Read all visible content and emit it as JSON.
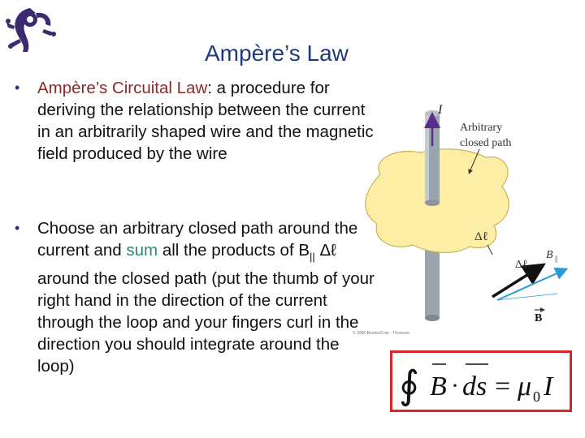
{
  "slide": {
    "title": "Ampère’s Law",
    "bullet1": {
      "term": "Ampère’s Circuital Law",
      "rest": ": a procedure for deriving the relationship between the current in an arbitrarily shaped wire and the magnetic field produced by the wire"
    },
    "bullet2": {
      "part1": "Choose an arbitrary closed path around the current and ",
      "sum_word": "sum",
      "part2": " all the products of B",
      "sub": "||",
      "part3": " Δℓ  around the closed path (put the thumb of your right hand in the direction of the current through the loop and your fingers curl in the direction you should integrate around the loop)"
    }
  },
  "figure": {
    "current_label": "I",
    "path_label_line1": "Arbitrary",
    "path_label_line2": "closed path",
    "dl_label": "Δℓ",
    "dl_label_inset": "Δℓ",
    "b_parallel_label": "B",
    "b_parallel_sub": "||",
    "b_vector_label": "B",
    "copyright": "© 2006 Brooks/Cole - Thomson"
  },
  "equation": {
    "integral": "∮",
    "b_symbol": "B",
    "dot": "·",
    "ds": "ds",
    "equals": "=",
    "mu": "μ",
    "mu_sub": "0",
    "current": "I"
  },
  "colors": {
    "title": "#1f3b7a",
    "term": "#8a2a2a",
    "sum": "#2a8a72",
    "equation_border": "#d9262a",
    "loop_fill": "#fdeea6",
    "wire": "#9aa4ad",
    "arrow_current": "#5b2a8a",
    "arrow_b": "#2a9bd4"
  }
}
